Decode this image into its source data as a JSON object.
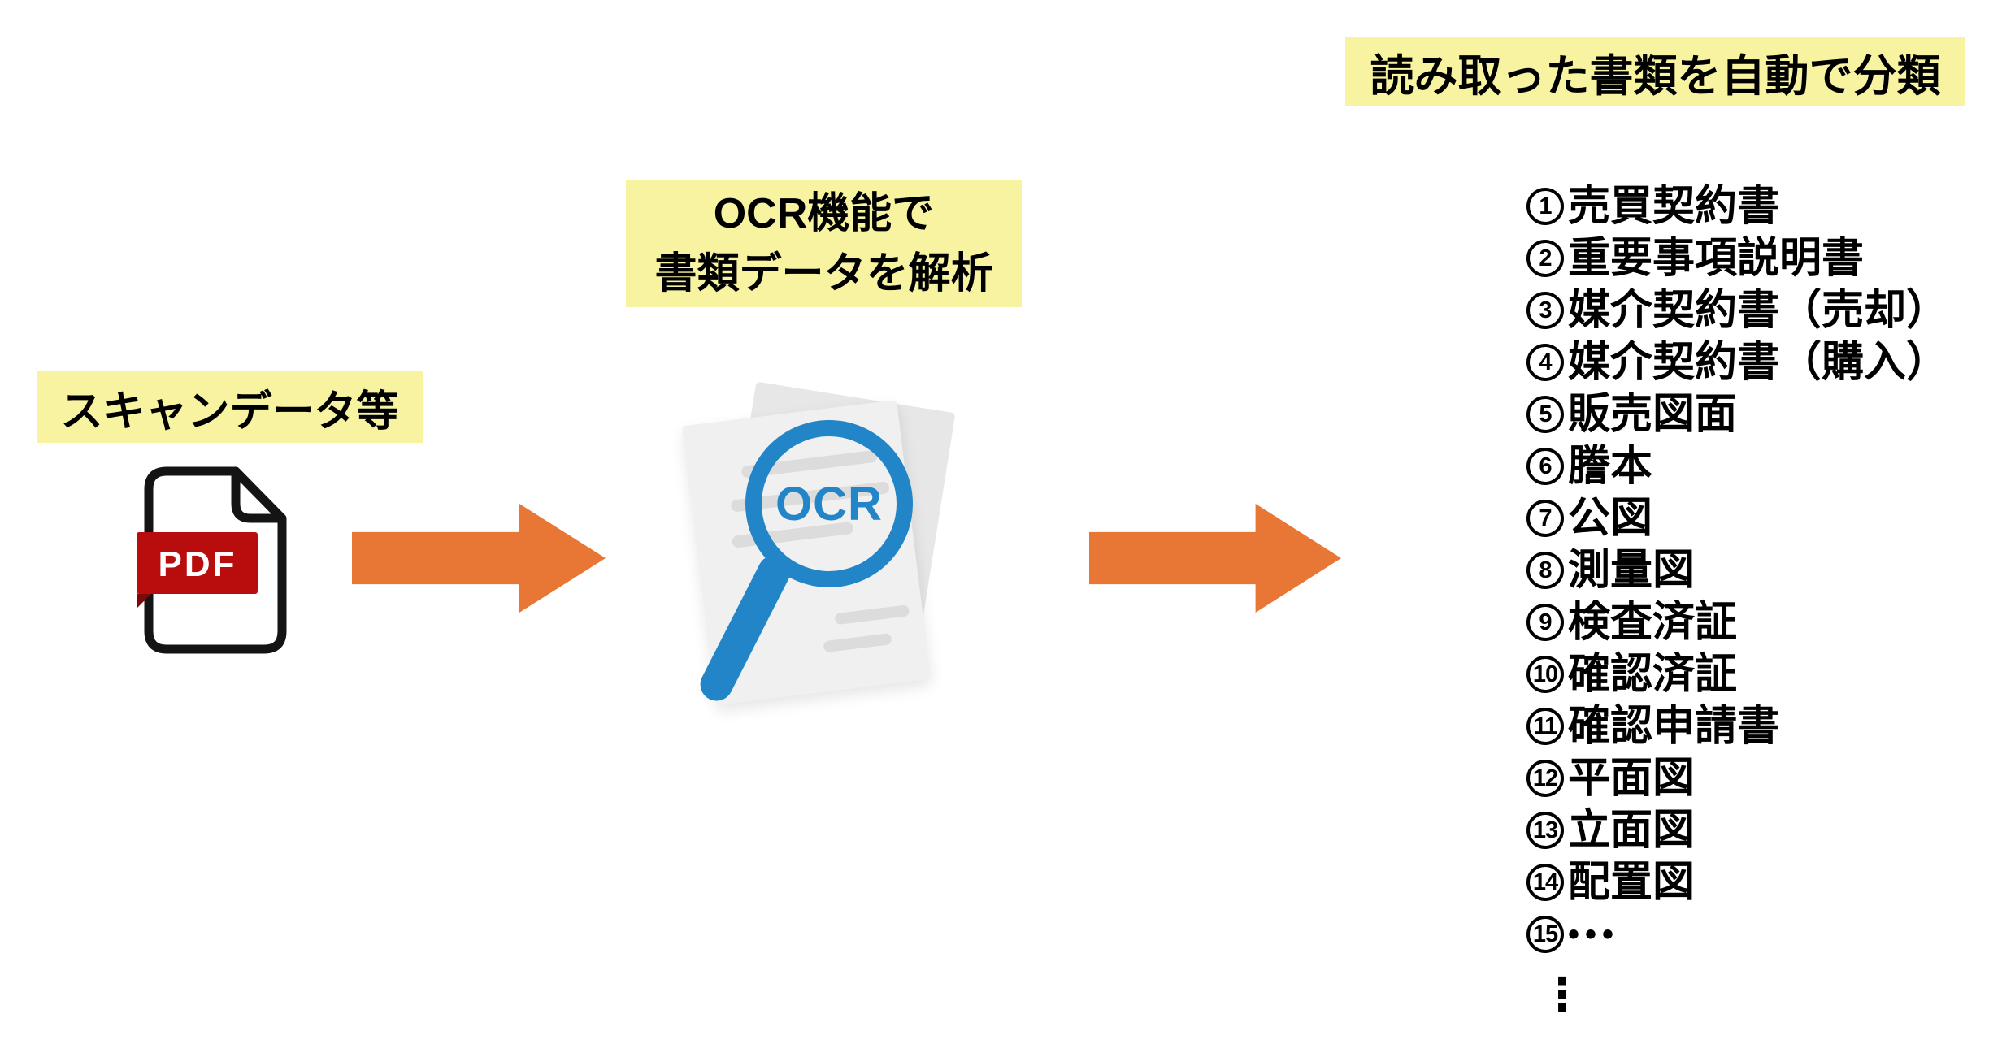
{
  "steps": {
    "scan": {
      "label": "スキャンデータ等"
    },
    "ocr": {
      "line1": "OCR機能で",
      "line2": "書類データを解析"
    },
    "classify": {
      "label": "読み取った書類を自動で分類"
    }
  },
  "pdf_icon": {
    "badge": "PDF"
  },
  "ocr_icon": {
    "lens_text": "OCR"
  },
  "list": {
    "items": [
      {
        "number": "1",
        "label": "売買契約書"
      },
      {
        "number": "2",
        "label": "重要事項説明書"
      },
      {
        "number": "3",
        "label": "媒介契約書（売却）"
      },
      {
        "number": "4",
        "label": "媒介契約書（購入）"
      },
      {
        "number": "5",
        "label": "販売図面"
      },
      {
        "number": "6",
        "label": "謄本"
      },
      {
        "number": "7",
        "label": "公図"
      },
      {
        "number": "8",
        "label": "測量図"
      },
      {
        "number": "9",
        "label": "検査済証"
      },
      {
        "number": "10",
        "label": "確認済証"
      },
      {
        "number": "11",
        "label": "確認申請書"
      },
      {
        "number": "12",
        "label": "平面図"
      },
      {
        "number": "13",
        "label": "立面図"
      },
      {
        "number": "14",
        "label": "配置図"
      },
      {
        "number": "15",
        "label": "•••"
      }
    ],
    "ellipsis": "⋮"
  },
  "colors": {
    "highlight_yellow": "#F7F3A1",
    "arrow_orange": "#E87634",
    "pdf_red": "#B90D0D",
    "pdf_red_dark": "#7E0808",
    "ocr_blue": "#2185C7",
    "text_black": "#000000"
  }
}
